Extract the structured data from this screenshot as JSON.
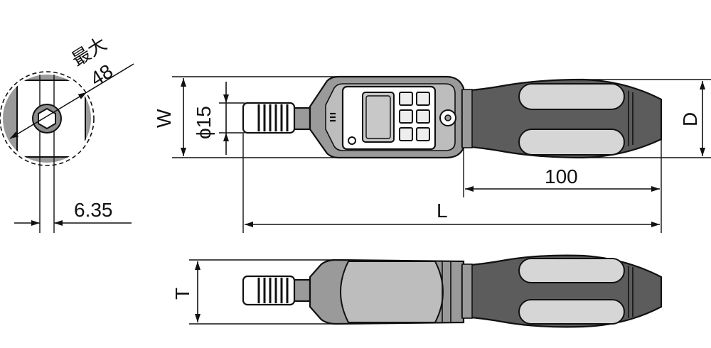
{
  "dimensions": {
    "max_label": "最大",
    "max_value": "48",
    "square_drive": "6.35",
    "width": "W",
    "diameter": "ϕ15",
    "depth": "D",
    "grip_length": "100",
    "length": "L",
    "thickness": "T"
  },
  "colors": {
    "line": "#111111",
    "body": "#9a9a9a",
    "body_light": "#bdbdbd",
    "grip_dark": "#5c5c5c",
    "grip_light": "#d6d6d6",
    "button": "#eeeeee",
    "screen": "#c8c8c8"
  }
}
